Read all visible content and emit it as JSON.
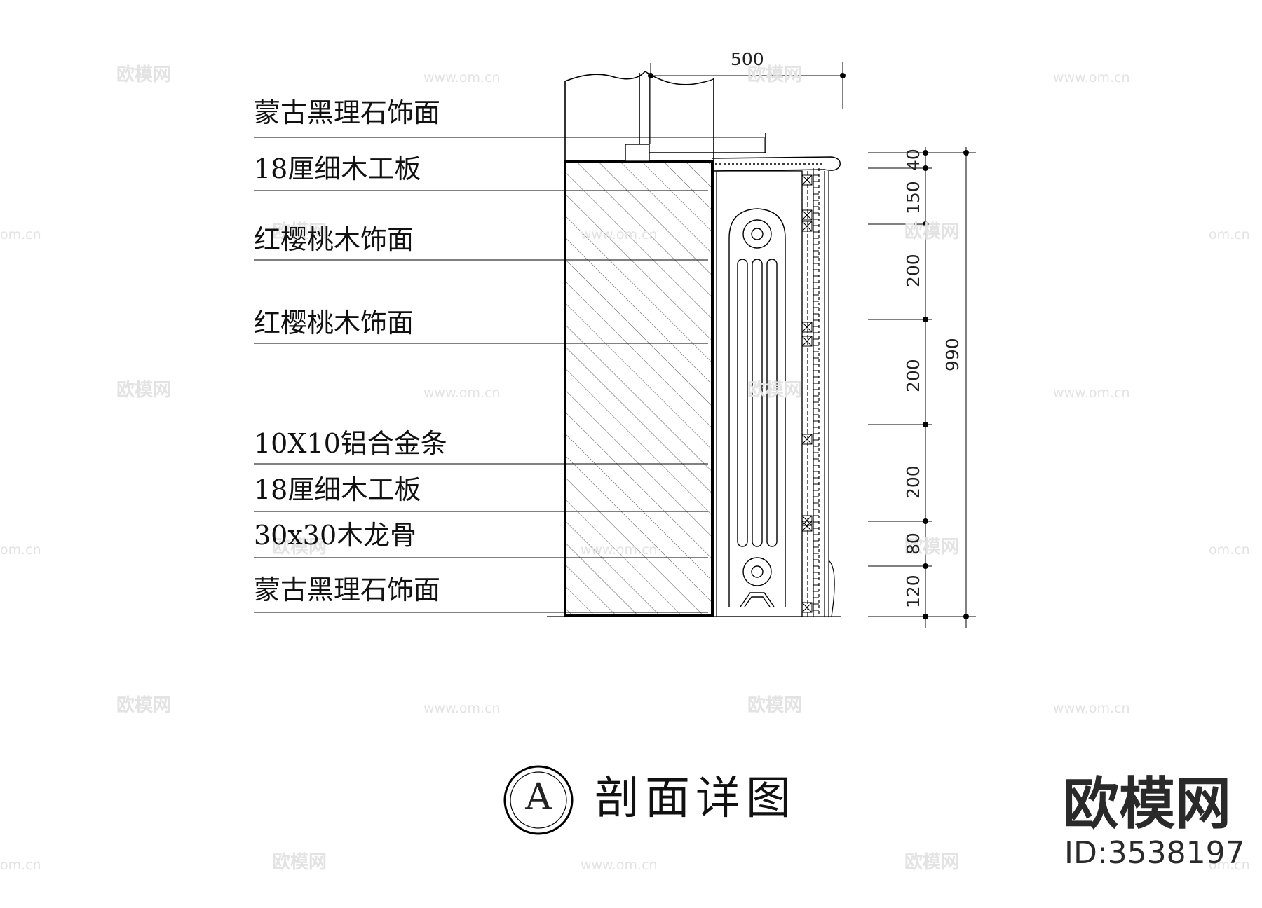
{
  "drawing": {
    "callouts": [
      "蒙古黑理石饰面",
      "18厘细木工板",
      "红樱桃木饰面",
      "红樱桃木饰面",
      "10X10铝合金条",
      "18厘细木工板",
      "30x30木龙骨",
      "蒙古黑理石饰面"
    ],
    "dimensions": {
      "top_width": "500",
      "segments": [
        "40",
        "150",
        "200",
        "200",
        "200",
        "80",
        "120"
      ],
      "total": "990"
    },
    "title_letter": "A",
    "title": "剖面详图"
  },
  "watermark": {
    "brand": "欧模网",
    "id": "ID:3538197",
    "tile_text": "欧模网",
    "tile_url": "www.om.cn",
    "tile_url_short": "om.cn"
  }
}
